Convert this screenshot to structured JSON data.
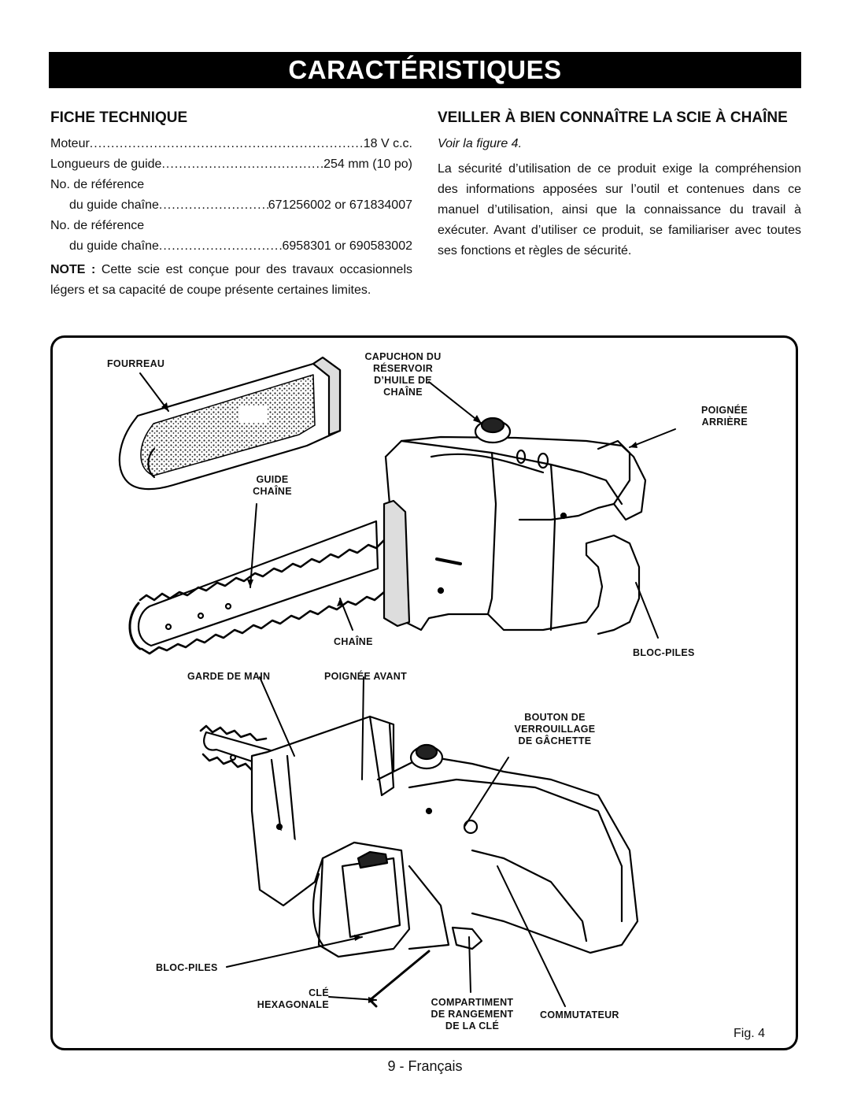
{
  "banner": "CARACTÉRISTIQUES",
  "left": {
    "heading": "FICHE TECHNIQUE",
    "specs": [
      {
        "label": "Moteur",
        "value": "18 V c.c."
      },
      {
        "label": "Longueurs de guide",
        "value": "254 mm (10 po)"
      }
    ],
    "ref1_title": "No. de référence",
    "ref1_label": "du guide chaîne",
    "ref1_value": "671256002 or 671834007",
    "ref2_title": "No. de référence",
    "ref2_label": "du guide chaîne",
    "ref2_value": "6958301 or 690583002",
    "note_label": "NOTE :",
    "note_text": " Cette scie est conçue pour des travaux occasionnels légers et sa capacité de coupe présente certaines limites."
  },
  "right": {
    "heading": "VEILLER À BIEN CONNAÎTRE LA SCIE À CHAÎNE",
    "see_figure": "Voir la figure 4.",
    "body": "La sécurité d’utilisation de ce produit exige la compréhension des informations apposées sur l’outil et contenues dans ce manuel d’utilisation, ainsi que la connaissance du travail à exécuter. Avant d’utiliser ce produit, se familiariser avec toutes ses fonctions et règles de sécurité."
  },
  "figure": {
    "labels": {
      "fourreau": "FOURREAU",
      "capuchon": "CAPUCHON DU\nRÉSERVOIR\nD’HUILE DE\nCHAÎNE",
      "poignee_arriere": "POIGNÉE\nARRIÈRE",
      "guide_chaine": "GUIDE\nCHAÎNE",
      "chaine": "CHAÎNE",
      "bloc_piles_top": "BLOC-PILES",
      "garde_de_main": "GARDE DE MAIN",
      "poignee_avant": "POIGNÉE AVANT",
      "bouton": "BOUTON DE\nVERROUILLAGE\nDE GÂCHETTE",
      "bloc_piles_bottom": "BLOC-PILES",
      "cle": "CLÉ\nHEXAGONALE",
      "compartiment": "COMPARTIMENT\nDE RANGEMENT\nDE LA CLÉ",
      "commutateur": "COMMUTATEUR"
    },
    "caption": "Fig. 4"
  },
  "footer": "9 - Français"
}
